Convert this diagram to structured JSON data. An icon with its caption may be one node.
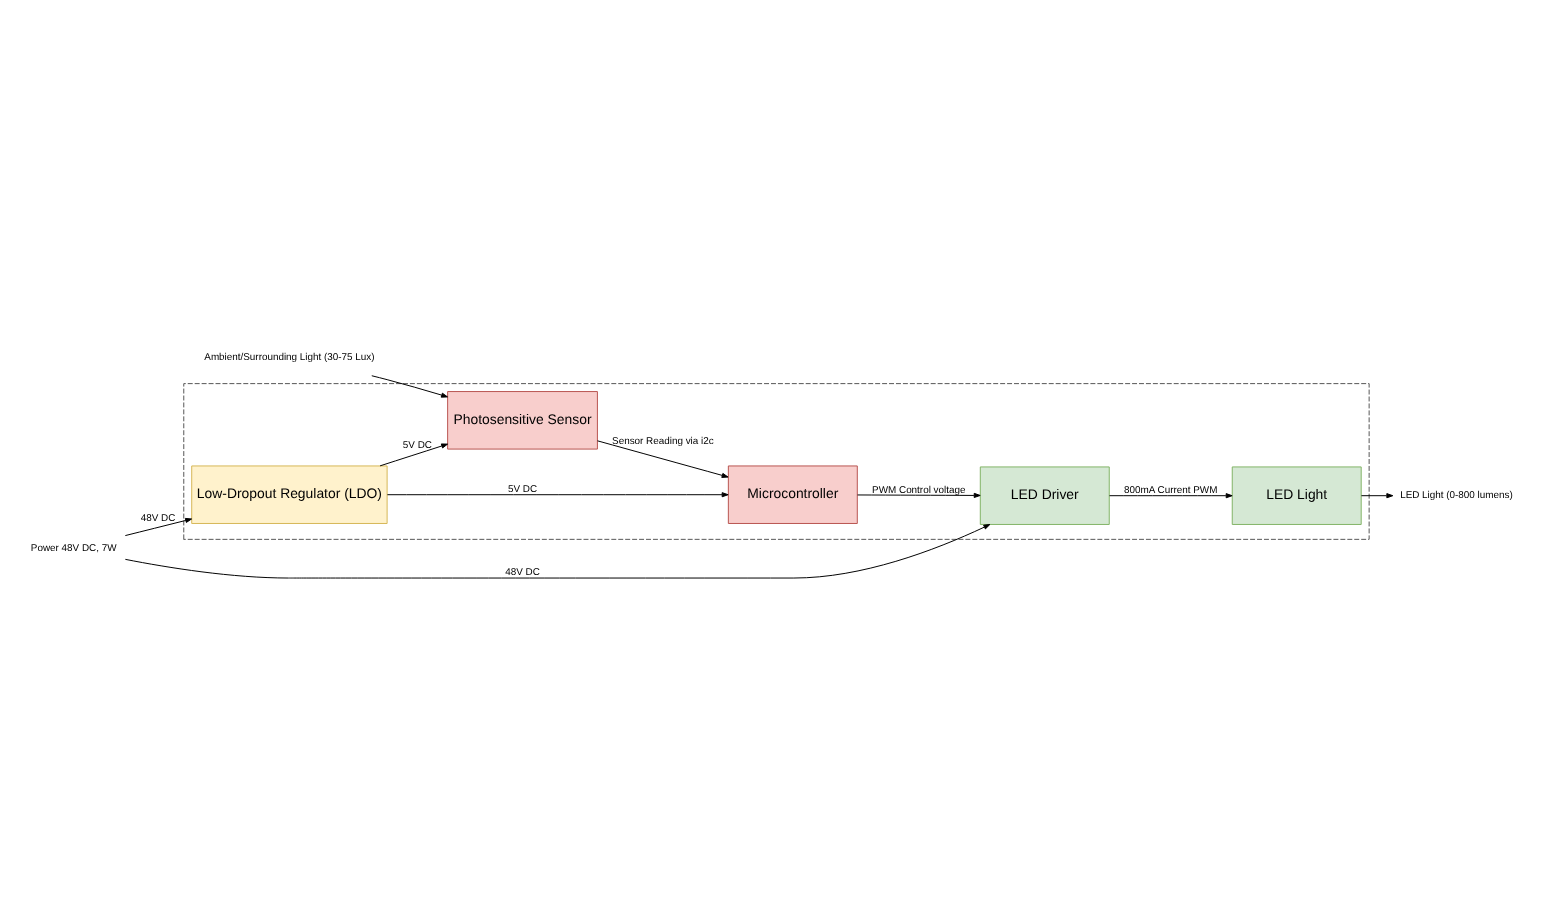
{
  "diagram": {
    "nodes": [
      {
        "text": [],
        "shape": "box"
      },
      {
        "text": [
          "Power 48V DC, 7W"
        ]
      },
      {
        "text": [
          "Low-Dropout Regulator (LDO)"
        ],
        "in": 0
      },
      {
        "text": [
          "LED Driver"
        ],
        "in": 0
      },
      {
        "text": [
          "LED Light"
        ],
        "in": 0
      },
      {
        "text": [
          "Microcontroller"
        ],
        "in": 0
      },
      {
        "text": [
          "Photosensitive Sensor"
        ],
        "in": 0
      },
      {
        "text": [
          "Ambient/Surrounding Light (30-75 Lux)"
        ]
      },
      {
        "text": [
          "LED Light (0-800 lumens)"
        ]
      }
    ],
    "edges": [
      {
        "from": 1,
        "to": 2,
        "arrow": "to",
        "label": "48V DC"
      },
      {
        "from": 1,
        "to": 3,
        "arrow": "to",
        "label": "48V DC"
      },
      {
        "from": 3,
        "to": 4,
        "arrow": "to",
        "label": "800mA Current PWM"
      },
      {
        "from": 4,
        "to": 8,
        "arrow": "to"
      },
      {
        "from": 2,
        "to": 5,
        "arrow": "to",
        "label": "5V DC"
      },
      {
        "from": 2,
        "to": 6,
        "arrow": "to",
        "label": "5V DC"
      },
      {
        "from": 5,
        "to": 3,
        "arrow": "to",
        "label": "PWM Control voltage"
      },
      {
        "from": 6,
        "to": 5,
        "arrow": "to",
        "label": "Sensor Reading via i2c"
      },
      {
        "from": 7,
        "to": 6,
        "arrow": "to"
      }
    ]
  }
}
